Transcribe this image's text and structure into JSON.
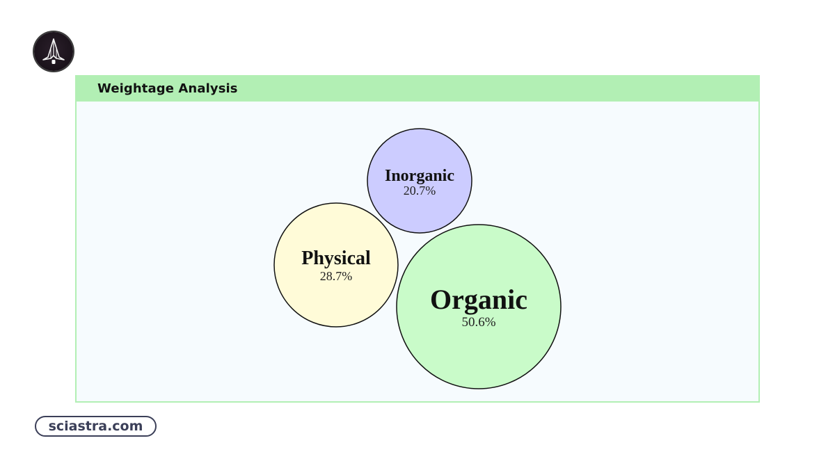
{
  "logo": {
    "icon": "rocket-logo-icon"
  },
  "panel": {
    "title": "Weightage Analysis",
    "header_color": "#b2efb4",
    "background_color": "#f6fbfe"
  },
  "bubbles": [
    {
      "name": "Inorganic",
      "value_label": "20.7%",
      "fill": "#ccccff"
    },
    {
      "name": "Physical",
      "value_label": "28.7%",
      "fill": "#fffbd8"
    },
    {
      "name": "Organic",
      "value_label": "50.6%",
      "fill": "#c9fbc9"
    }
  ],
  "footer": {
    "website": "sciastra.com"
  },
  "chart_data": {
    "type": "bubble",
    "title": "Weightage Analysis",
    "categories": [
      "Inorganic",
      "Physical",
      "Organic"
    ],
    "values": [
      20.7,
      28.7,
      50.6
    ],
    "unit": "%",
    "colors": [
      "#ccccff",
      "#fffbd8",
      "#c9fbc9"
    ],
    "legend": false,
    "grid": false
  }
}
